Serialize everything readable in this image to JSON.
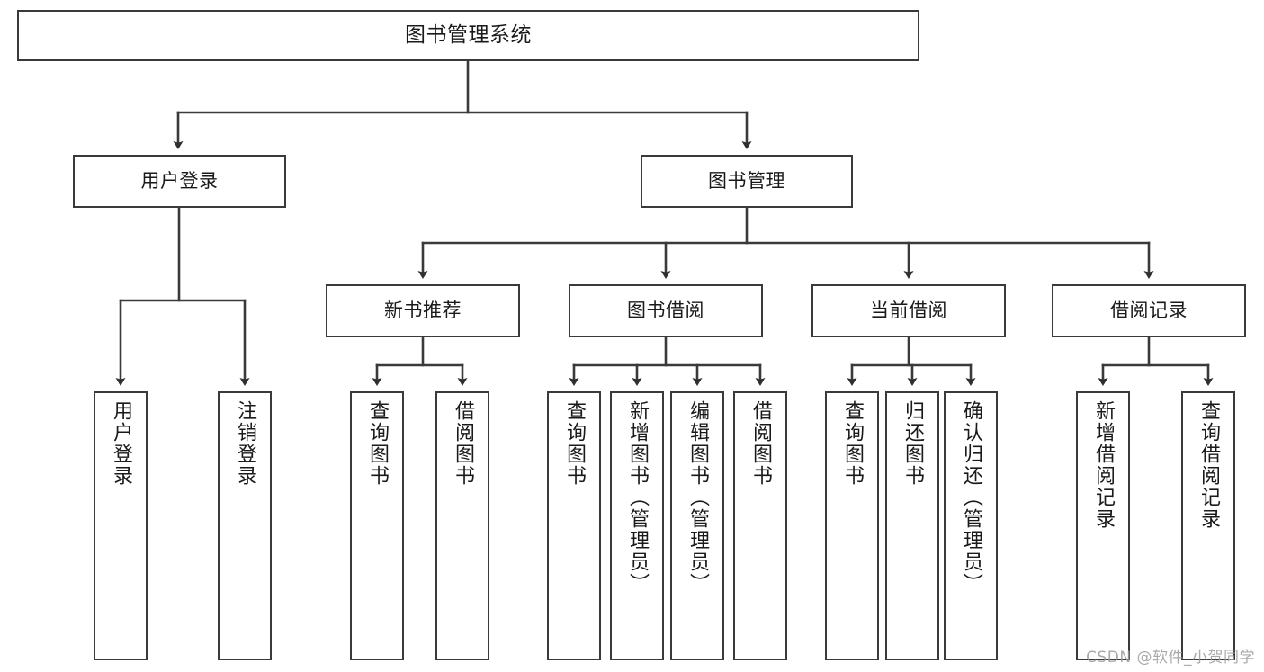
{
  "diagram": {
    "type": "tree-hierarchy",
    "title": "图书管理系统",
    "watermark": "CSDN @软件_小贺同学",
    "colors": {
      "border": "#3a3a3a",
      "text": "#1a1a1a",
      "background": "#ffffff",
      "watermark": "#9b9b9b"
    },
    "nodes": {
      "root": {
        "label": "图书管理系统",
        "level": 1
      },
      "user_login": {
        "label": "用户登录",
        "level": 2
      },
      "book_manage": {
        "label": "图书管理",
        "level": 2
      },
      "new_book_rec": {
        "label": "新书推荐",
        "level": 3
      },
      "book_borrow": {
        "label": "图书借阅",
        "level": 3
      },
      "current_borrow": {
        "label": "当前借阅",
        "level": 3
      },
      "borrow_record": {
        "label": "借阅记录",
        "level": 3
      },
      "leaf_user_login": {
        "label": "用户登录",
        "level": 4
      },
      "leaf_logout": {
        "label": "注销登录",
        "level": 4
      },
      "leaf_query_book_1": {
        "label": "查询图书",
        "level": 4
      },
      "leaf_borrow_book_1": {
        "label": "借阅图书",
        "level": 4
      },
      "leaf_query_book_2": {
        "label": "查询图书",
        "level": 4
      },
      "leaf_add_book": {
        "label": "新增图书（管理员）",
        "level": 4
      },
      "leaf_edit_book": {
        "label": "编辑图书（管理员）",
        "level": 4
      },
      "leaf_borrow_book_2": {
        "label": "借阅图书",
        "level": 4
      },
      "leaf_query_book_3": {
        "label": "查询图书",
        "level": 4
      },
      "leaf_return_book": {
        "label": "归还图书",
        "level": 4
      },
      "leaf_confirm_return": {
        "label": "确认归还（管理员）",
        "level": 4
      },
      "leaf_add_record": {
        "label": "新增借阅记录",
        "level": 4
      },
      "leaf_query_record": {
        "label": "查询借阅记录",
        "level": 4
      }
    },
    "edges": [
      {
        "from": "root",
        "to": "user_login"
      },
      {
        "from": "root",
        "to": "book_manage"
      },
      {
        "from": "user_login",
        "to": "leaf_user_login"
      },
      {
        "from": "user_login",
        "to": "leaf_logout"
      },
      {
        "from": "book_manage",
        "to": "new_book_rec"
      },
      {
        "from": "book_manage",
        "to": "book_borrow"
      },
      {
        "from": "book_manage",
        "to": "current_borrow"
      },
      {
        "from": "book_manage",
        "to": "borrow_record"
      },
      {
        "from": "new_book_rec",
        "to": "leaf_query_book_1"
      },
      {
        "from": "new_book_rec",
        "to": "leaf_borrow_book_1"
      },
      {
        "from": "book_borrow",
        "to": "leaf_query_book_2"
      },
      {
        "from": "book_borrow",
        "to": "leaf_add_book"
      },
      {
        "from": "book_borrow",
        "to": "leaf_edit_book"
      },
      {
        "from": "book_borrow",
        "to": "leaf_borrow_book_2"
      },
      {
        "from": "current_borrow",
        "to": "leaf_query_book_3"
      },
      {
        "from": "current_borrow",
        "to": "leaf_return_book"
      },
      {
        "from": "current_borrow",
        "to": "leaf_confirm_return"
      },
      {
        "from": "borrow_record",
        "to": "leaf_add_record"
      },
      {
        "from": "borrow_record",
        "to": "leaf_query_record"
      }
    ]
  }
}
